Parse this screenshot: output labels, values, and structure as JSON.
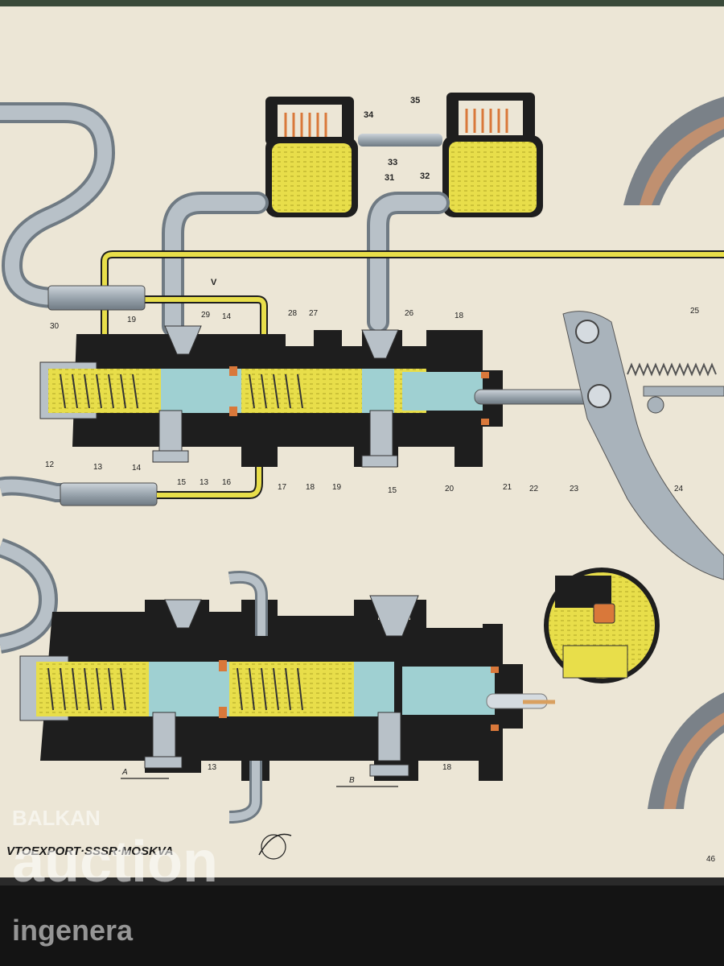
{
  "colors": {
    "paper": "#ece6d6",
    "fluid": "#e8de4a",
    "piston": "#9fd0d2",
    "housing": "#1e1e1e",
    "hose": "#a9b3bb",
    "seal": "#d9783a"
  },
  "labels": {
    "top": [
      "34",
      "35",
      "33",
      "31",
      "32",
      "V",
      "30",
      "19",
      "29",
      "14",
      "28",
      "27",
      "26",
      "18",
      "25",
      "12",
      "13",
      "14",
      "15",
      "13",
      "16",
      "17",
      "18",
      "19",
      "15",
      "20",
      "21",
      "22",
      "23",
      "24"
    ],
    "bottom": [
      "A",
      "B",
      "13",
      "18",
      "46"
    ]
  },
  "footer": {
    "brand": "VTOEXPORT·SSSR·MOSKVA"
  },
  "watermark": {
    "line1": "BALKAN",
    "line2": "auction",
    "line3": "ingenera"
  }
}
